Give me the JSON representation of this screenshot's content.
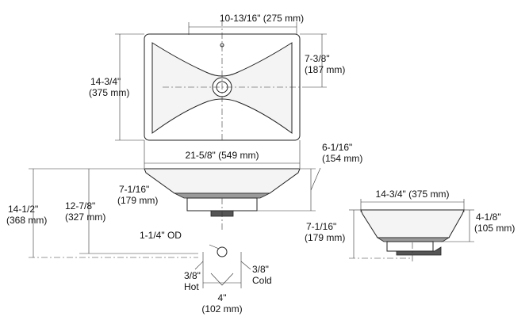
{
  "labels": {
    "top_width": "10-13/16\" (275 mm)",
    "half_depth_in": "7-3/8\"",
    "half_depth_mm": "(187 mm)",
    "top_depth_in": "14-3/4\"",
    "top_depth_mm": "(375 mm)",
    "overall_width": "21-5/8\" (549 mm)",
    "bowl_height_in": "6-1/16\"",
    "bowl_height_mm": "(154 mm)",
    "front_drain_in": "7-1/16\"",
    "front_drain_mm": "(179 mm)",
    "overall_height_in": "14-1/2\"",
    "overall_height_mm": "(368 mm)",
    "supply_height_in": "12-7/8\"",
    "supply_height_mm": "(327 mm)",
    "supply_od": "1-1/4\" OD",
    "hot_size": "3/8\"",
    "hot_label": "Hot",
    "cold_size": "3/8\"",
    "cold_label": "Cold",
    "supply_spacing_in": "4\"",
    "supply_spacing_mm": "(102 mm)",
    "side_width": "14-3/4\" (375 mm)",
    "side_drain_in": "7-1/16\"",
    "side_drain_mm": "(179 mm)",
    "side_height_in": "4-1/8\"",
    "side_height_mm": "(105 mm)"
  },
  "colors": {
    "line": "#222222",
    "basin_fill": "#f4f4f4",
    "drain_fill": "#9a9a9a"
  }
}
